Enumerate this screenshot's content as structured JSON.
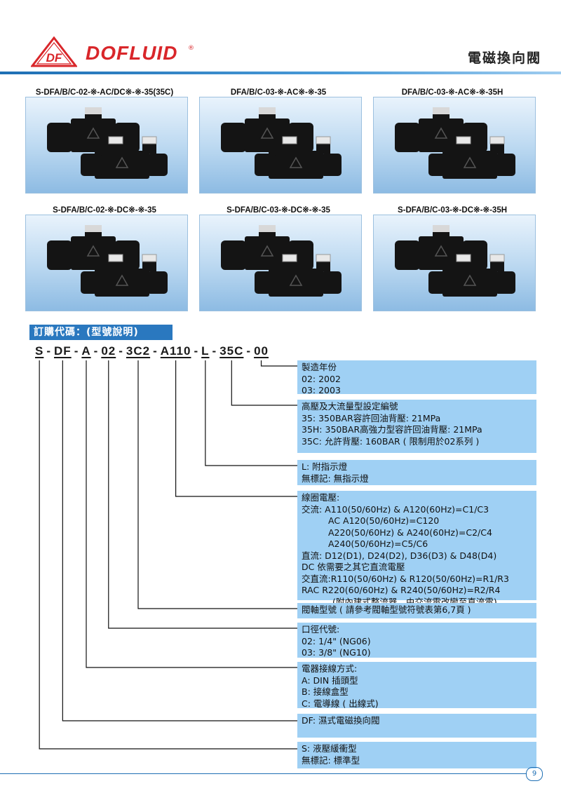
{
  "header": {
    "brand": "DOFLUID",
    "brand_mark": "®",
    "title": "電磁換向閥"
  },
  "products": [
    {
      "caption": "S-DFA/B/C-02-※-AC/DC※-※-35(35C)"
    },
    {
      "caption": "DFA/B/C-03-※-AC※-※-35"
    },
    {
      "caption": "DFA/B/C-03-※-AC※-※-35H"
    },
    {
      "caption": "S-DFA/B/C-02-※-DC※-※-35"
    },
    {
      "caption": "S-DFA/B/C-03-※-DC※-※-35"
    },
    {
      "caption": "S-DFA/B/C-03-※-DC※-※-35H"
    }
  ],
  "order_code": {
    "title": "訂購代碼：(型號說明)",
    "segments": [
      "S",
      "DF",
      "A",
      "02",
      "3C2",
      "A110",
      "L",
      "35C",
      "00"
    ],
    "separator": "-"
  },
  "explanations": [
    {
      "lines": [
        "製造年份",
        "02: 2002",
        "03: 2003"
      ]
    },
    {
      "lines": [
        "高壓及大流量型設定編號",
        "35: 350BAR容許回油背壓: 21MPa",
        "35H: 350BAR高強力型容許回油背壓: 21MPa",
        "35C: 允許背壓: 160BAR ( 限制用於02系列 )"
      ]
    },
    {
      "lines": [
        "L: 附指示燈",
        "無標記: 無指示燈"
      ]
    },
    {
      "lines": [
        "線圈電壓:",
        "交流: A110(50/60Hz) & A120(60Hz)=C1/C3",
        " AC   A120(50/60Hz)=C120",
        "A220(50/60Hz) & A240(60Hz)=C2/C4",
        "A240(50/60Hz)=C5/C6",
        "直流: D12(D1), D24(D2), D36(D3) & D48(D4)",
        " DC  依需要之其它直流電壓",
        "交直流:R110(50/60Hz) & R120(50/60Hz)=R1/R3",
        " RAC   R220(60/60Hz) & R240(50/60Hz)=R2/R4",
        "(附內建式整流器，由交流電改變至直流電)"
      ]
    },
    {
      "lines": [
        "閥軸型號 ( 請參考閥軸型號符號表第6,7頁 )"
      ]
    },
    {
      "lines": [
        "口徑代號:",
        "02: 1/4\" (NG06)",
        "03: 3/8\" (NG10)"
      ]
    },
    {
      "lines": [
        "電器接線方式:",
        "A: DIN 插頭型",
        "B: 接線盒型",
        "C: 電導線 ( 出線式)"
      ]
    },
    {
      "lines": [
        "DF: 濕式電磁換向閥"
      ]
    },
    {
      "lines": [
        "S: 液壓緩衝型",
        "無標記: 標準型"
      ]
    }
  ],
  "page_number": "9",
  "colors": {
    "brand_red": "#d9262a",
    "accent_blue": "#2a78bf",
    "box_blue": "#9fd0f4"
  }
}
